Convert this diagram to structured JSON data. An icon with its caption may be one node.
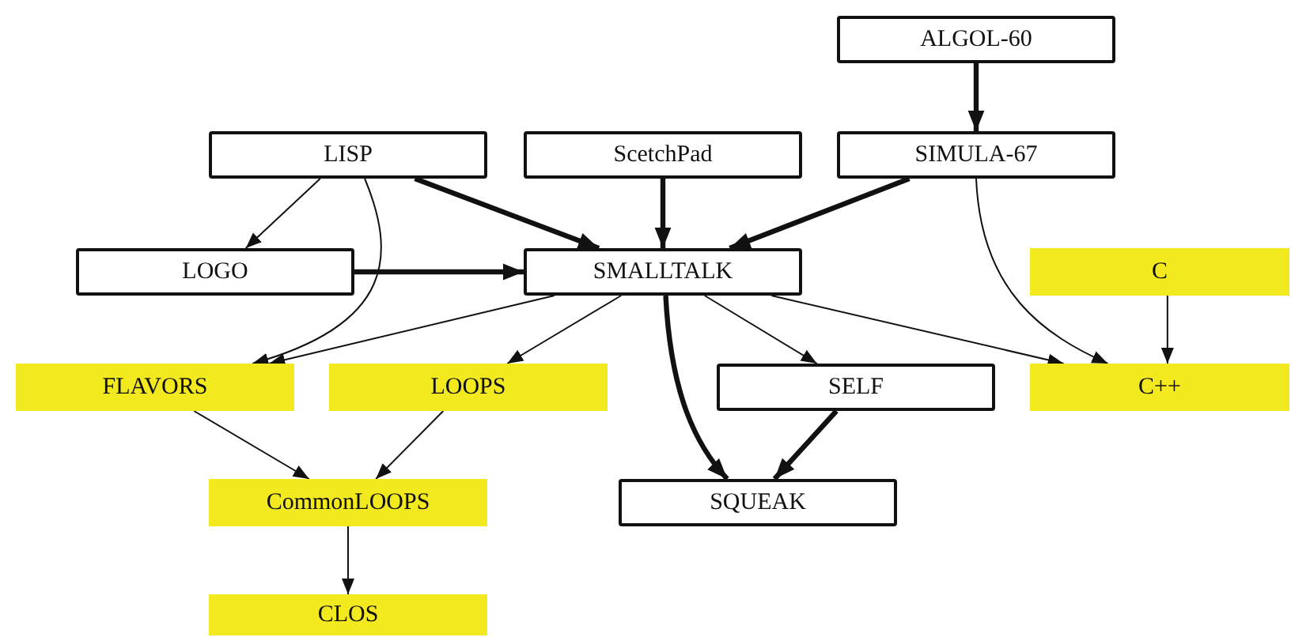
{
  "diagram": {
    "nodes": [
      {
        "text": [
          "ALGOL-60"
        ]
      },
      {
        "text": [
          "LISP"
        ]
      },
      {
        "text": [
          "ScetchPad"
        ]
      },
      {
        "text": [
          "SIMULA-67"
        ]
      },
      {
        "text": [
          "LOGO"
        ]
      },
      {
        "text": [
          "SMALLTALK"
        ]
      },
      {
        "text": [
          "C"
        ]
      },
      {
        "text": [
          "FLAVORS"
        ]
      },
      {
        "text": [
          "LOOPS"
        ]
      },
      {
        "text": [
          "SELF"
        ]
      },
      {
        "text": [
          "C++"
        ]
      },
      {
        "text": [
          "CommonLOOPS"
        ]
      },
      {
        "text": [
          "SQUEAK"
        ]
      },
      {
        "text": [
          "CLOS"
        ]
      }
    ],
    "edges": [
      {
        "from": 0,
        "to": 3,
        "arrow": "to",
        "style": "thick"
      },
      {
        "from": 1,
        "to": 4,
        "arrow": "to"
      },
      {
        "from": 1,
        "to": 5,
        "arrow": "to",
        "style": "thick"
      },
      {
        "from": 1,
        "to": 7,
        "arrow": "to"
      },
      {
        "from": 2,
        "to": 5,
        "arrow": "to",
        "style": "thick"
      },
      {
        "from": 3,
        "to": 5,
        "arrow": "to",
        "style": "thick"
      },
      {
        "from": 3,
        "to": 10,
        "arrow": "to"
      },
      {
        "from": 4,
        "to": 5,
        "arrow": "to",
        "style": "thick"
      },
      {
        "from": 5,
        "to": 7,
        "arrow": "to"
      },
      {
        "from": 5,
        "to": 8,
        "arrow": "to"
      },
      {
        "from": 5,
        "to": 12,
        "arrow": "to",
        "style": "thick"
      },
      {
        "from": 5,
        "to": 9,
        "arrow": "to"
      },
      {
        "from": 5,
        "to": 10,
        "arrow": "to"
      },
      {
        "from": 6,
        "to": 10,
        "arrow": "to"
      },
      {
        "from": 9,
        "to": 12,
        "arrow": "to",
        "style": "thick"
      },
      {
        "from": 7,
        "to": 11,
        "arrow": "to"
      },
      {
        "from": 8,
        "to": 11,
        "arrow": "to"
      },
      {
        "from": 11,
        "to": 13,
        "arrow": "to"
      }
    ]
  }
}
